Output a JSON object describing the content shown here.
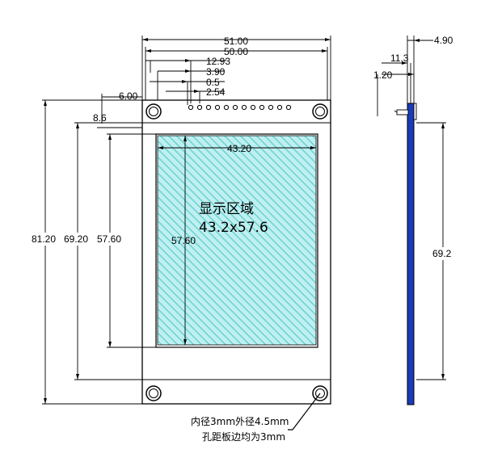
{
  "module": {
    "width_outer": "51.00",
    "width_board": "50.00",
    "pin_offset": "12.93",
    "pin_offset_b": "3.90",
    "pin_offset_c": "0.5",
    "pin_pitch": "2.54",
    "top_margin": "6.00",
    "top_offset": "8.6",
    "height_total": "81.20",
    "height_display_frame": "69.20",
    "height_active": "57.60",
    "height_active_inner": "57.60",
    "width_active": "43.20"
  },
  "display_area": {
    "label_cn": "显示区域",
    "label_size": "43.2x57.6"
  },
  "side_view": {
    "thickness_total": "4.90",
    "thickness_mid": "11.3",
    "thickness_pcb": "1.20",
    "height_side": "69.2"
  },
  "hole_note": {
    "line1": "内径3mm外径4.5mm",
    "line2": "孔距板边均为3mm"
  },
  "colors": {
    "display_fill": "#bfeff0",
    "hatch": "#4fc8c8",
    "side_panel": "#1a3cb8",
    "line": "#000000"
  }
}
